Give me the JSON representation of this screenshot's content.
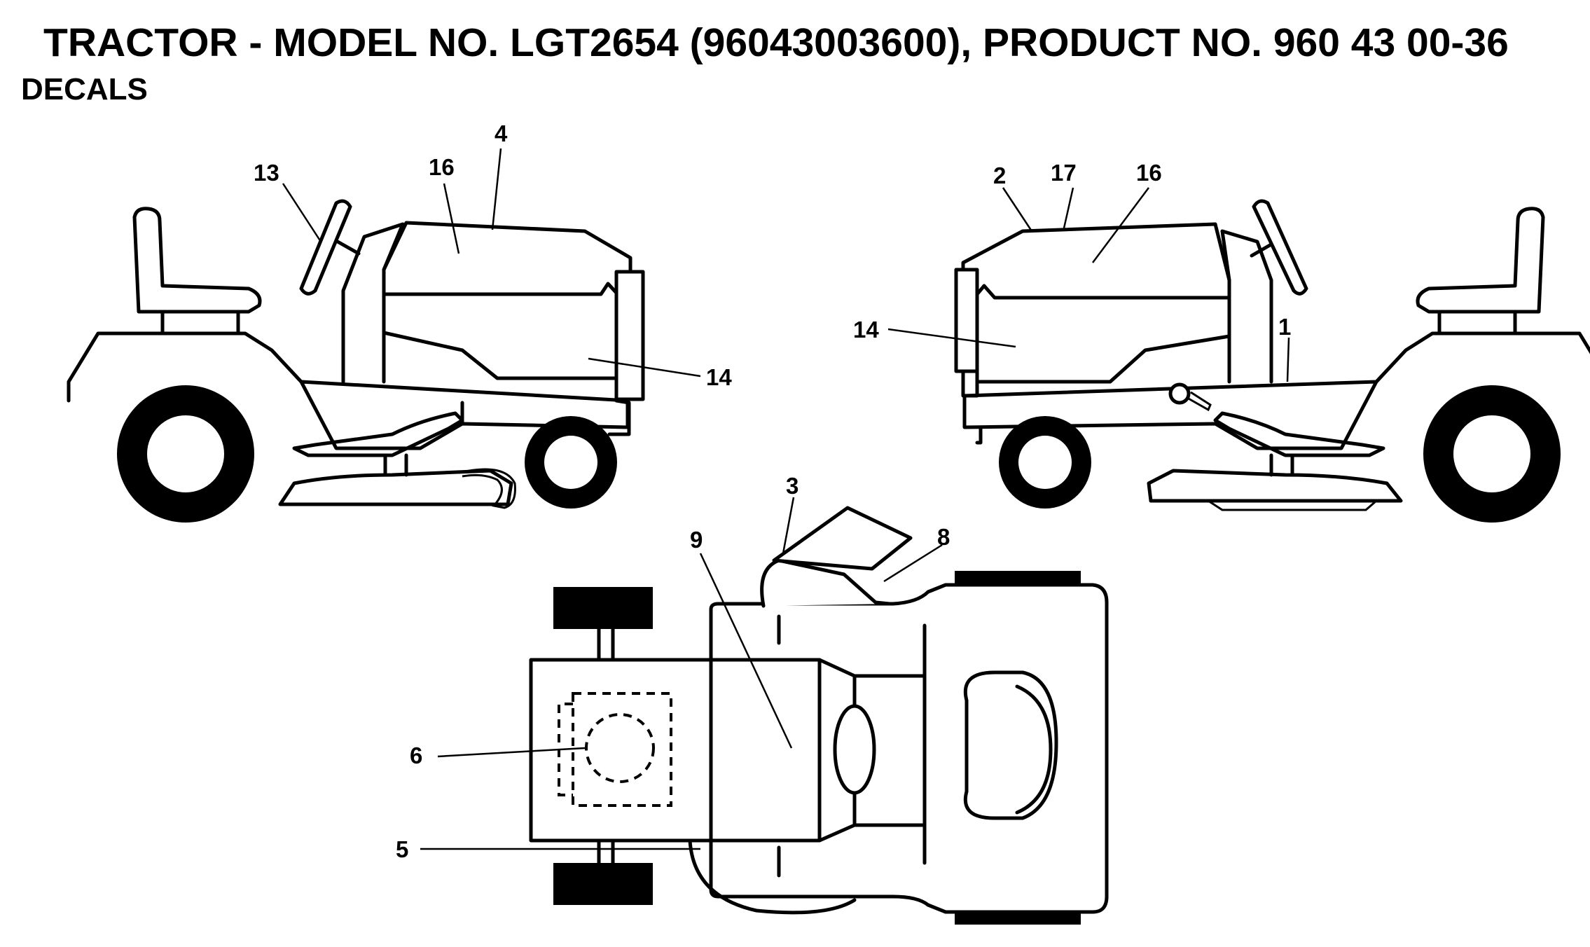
{
  "header": {
    "title": "TRACTOR - MODEL NO. LGT2654 (96043003600), PRODUCT NO. 960 43 00-36",
    "subtitle": "DECALS"
  },
  "callouts": {
    "left_view": [
      "13",
      "16",
      "4",
      "14"
    ],
    "right_view": [
      "2",
      "17",
      "16",
      "14",
      "1"
    ],
    "top_view": [
      "3",
      "8",
      "9",
      "6",
      "5"
    ]
  }
}
